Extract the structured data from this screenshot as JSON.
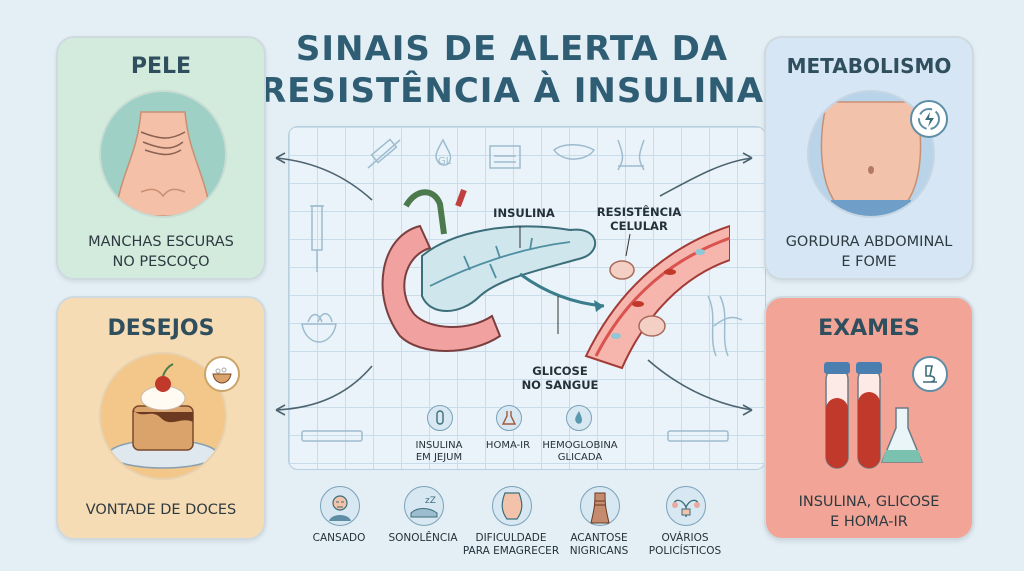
{
  "title": {
    "line1": "SINAIS DE ALERTA DA",
    "line2": "RESISTÊNCIA À INSULINA"
  },
  "cards": {
    "pele": {
      "title": "PELE",
      "text1": "MANCHAS ESCURAS",
      "text2": "NO PESCOÇO",
      "bg": "#d3ebdd"
    },
    "metabolismo": {
      "title": "METABOLISMO",
      "text1": "GORDURA ABDOMINAL",
      "text2": "E FOME",
      "bg": "#d6e6f4"
    },
    "desejos": {
      "title": "DESEJOS",
      "text1": "VONTADE DE DOCES",
      "bg": "#f6dcb4"
    },
    "exames": {
      "title": "EXAMES",
      "text1": "INSULINA, GLICOSE",
      "text2": "E HOMA-IR",
      "bg": "#f2a597"
    }
  },
  "diagram": {
    "insulina": "INSULINA",
    "resistencia": {
      "line1": "RESISTÊNCIA",
      "line2": "CELULAR"
    },
    "glicose": {
      "line1": "GLICOSE",
      "line2": "NO SANGUE"
    },
    "tests": [
      {
        "line1": "INSULINA",
        "line2": "EM JEJUM",
        "icon": "test-tube-icon"
      },
      {
        "line1": "HOMA-IR",
        "line2": "",
        "icon": "flask-icon"
      },
      {
        "line1": "HEMOGLOBINA",
        "line2": "GLICADA",
        "icon": "blood-drop-icon"
      }
    ]
  },
  "symptoms": [
    {
      "line1": "CANSADO",
      "line2": "",
      "icon": "tired-face-icon"
    },
    {
      "line1": "SONOLÊNCIA",
      "line2": "",
      "icon": "sleep-icon"
    },
    {
      "line1": "DIFICULDADE",
      "line2": "PARA EMAGRECER",
      "icon": "waist-icon"
    },
    {
      "line1": "ACANTOSE",
      "line2": "NIGRICANS",
      "icon": "neck-skin-icon"
    },
    {
      "line1": "OVÁRIOS",
      "line2": "POLICÍSTICOS",
      "icon": "ovaries-icon"
    }
  ],
  "colors": {
    "title": "#2f5d73",
    "vessel": "#d9534f",
    "pancreas": "#cfe6ec"
  }
}
